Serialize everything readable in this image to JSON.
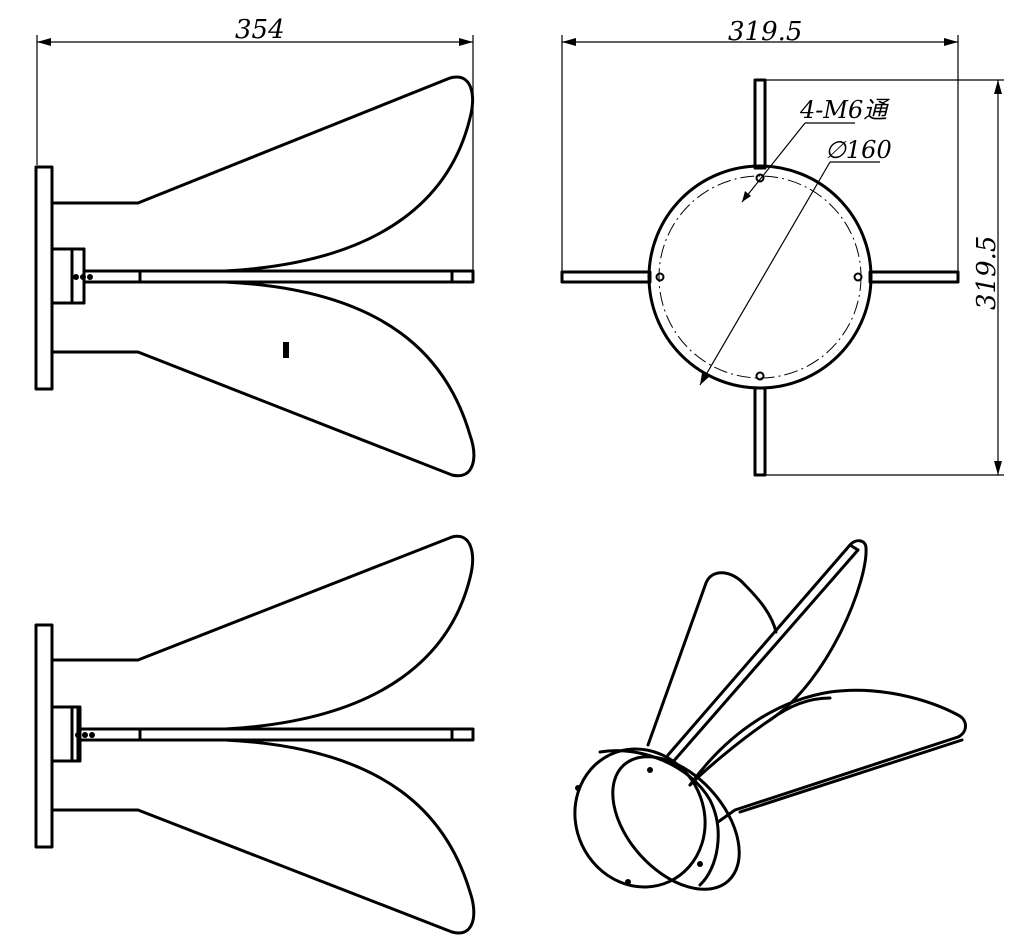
{
  "views": {
    "side_view": {
      "width_dimension": "354"
    },
    "front_view": {
      "width_dimension": "319.5",
      "height_dimension": "319.5",
      "hole_note": "4-M6通",
      "diameter_note": "∅160"
    },
    "lower_side_view": {},
    "isometric_view": {}
  }
}
